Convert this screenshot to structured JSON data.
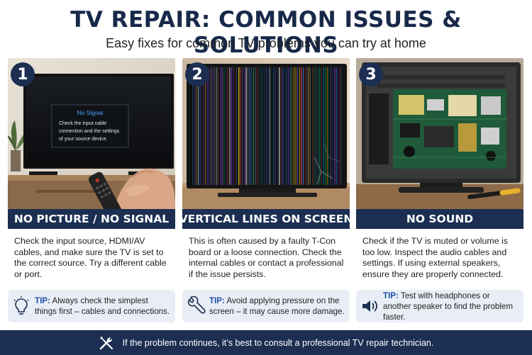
{
  "header": {
    "title": "TV REPAIR: COMMON ISSUES & SOLUTIONS",
    "subtitle": "Easy fixes for common TV problems you can try at home"
  },
  "cards": [
    {
      "number": "1",
      "screen_title": "No Signal",
      "screen_message": [
        "Check the input cable",
        "connection and the settings",
        "of your source device."
      ],
      "heading": "NO PICTURE / NO SIGNAL",
      "description": "Check the input source, HDMI/AV cables, and make sure the TV is set to the correct source. Try a different cable or port.",
      "tip_label": "TIP:",
      "tip_text": "Always check the simplest things first – cables and connections.",
      "tip_icon": "lightbulb-icon"
    },
    {
      "number": "2",
      "heading": "VERTICAL LINES ON SCREEN",
      "description": "This is often caused by a faulty T-Con board or a loose connection. Check the internal cables or contact a professional if the issue persists.",
      "tip_label": "TIP:",
      "tip_text": "Avoid applying pressure on the screen – it may cause more damage.",
      "tip_icon": "wrench-icon"
    },
    {
      "number": "3",
      "heading": "NO SOUND",
      "description": "Check if the TV is muted or volume is too low. Inspect the audio cables and settings. If using external speakers, ensure they are properly connected.",
      "tip_label": "TIP:",
      "tip_text": "Test with headphones or another speaker to find the problem faster.",
      "tip_icon": "speaker-icon"
    }
  ],
  "footer": {
    "text": "If the problem continues, it’s best to consult a professional TV repair technician.",
    "icon": "tools-icon"
  },
  "colors": {
    "navy": "#1c2f52",
    "tip_background": "#e9eef6",
    "tip_label": "#1d4fa3"
  }
}
